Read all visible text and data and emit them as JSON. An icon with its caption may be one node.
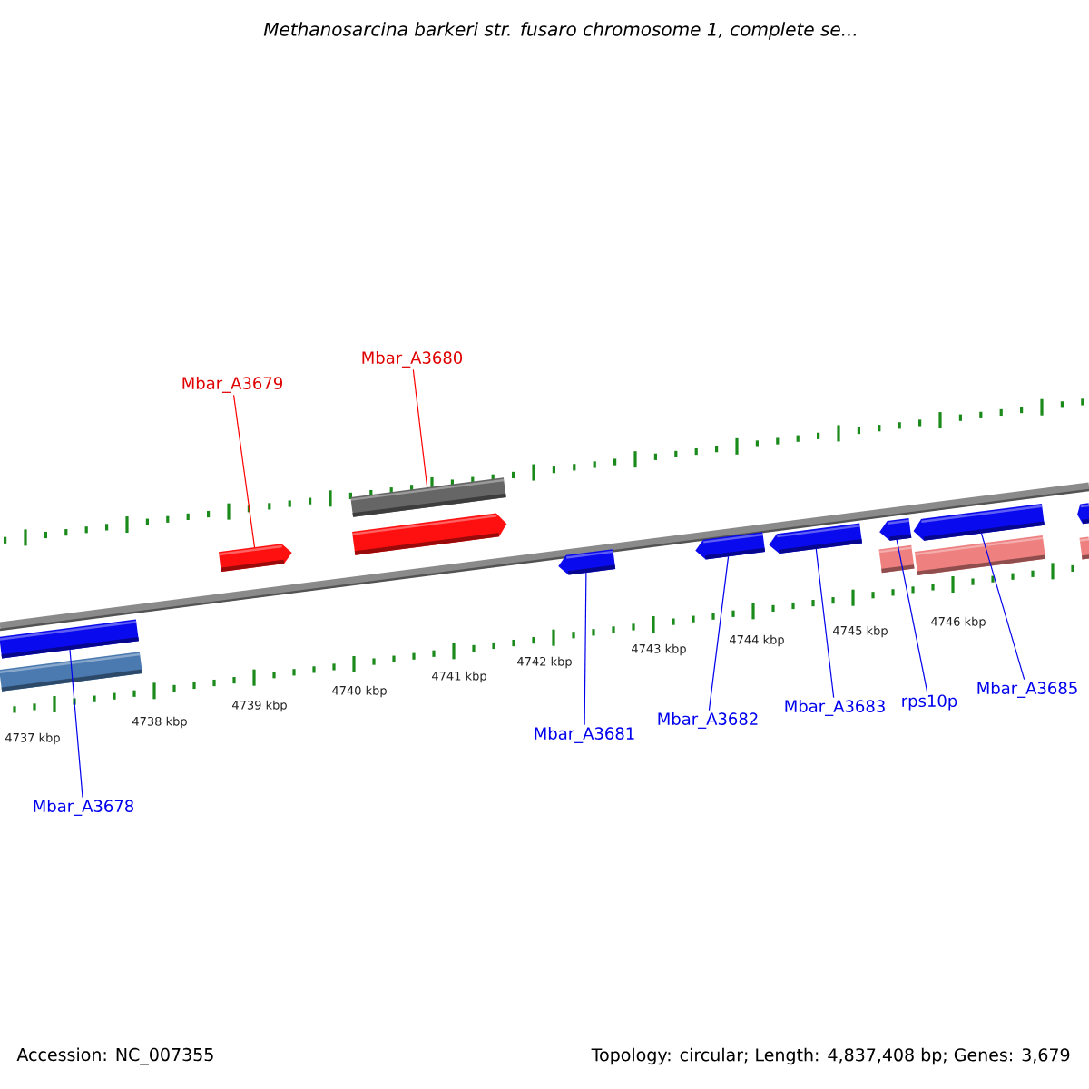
{
  "diagram": {
    "title": "Methanosarcina barkeri str. fusaro chromosome 1, complete se...",
    "nodes": [
      {
        "text": [
          "Mbar_A3679"
        ]
      },
      {
        "text": [
          "Mbar_A3680"
        ]
      },
      {
        "text": [],
        "shape": "arrow"
      },
      {
        "text": [],
        "shape": "bar"
      },
      {
        "text": [],
        "shape": "arrow"
      },
      {
        "text": [],
        "shape": "bar"
      },
      {
        "text": [],
        "shape": "bar"
      },
      {
        "text": [],
        "shape": "arrow"
      },
      {
        "text": [],
        "shape": "arrow"
      },
      {
        "text": [],
        "shape": "arrow"
      },
      {
        "text": [],
        "shape": "arrow"
      },
      {
        "text": [],
        "shape": "bar"
      },
      {
        "text": [],
        "shape": "arrow"
      },
      {
        "text": [],
        "shape": "bar"
      },
      {
        "text": [],
        "shape": "arrow"
      },
      {
        "text": [],
        "shape": "bar"
      },
      {
        "text": [
          "Mbar_A3678"
        ]
      },
      {
        "text": [
          "Mbar_A3681"
        ]
      },
      {
        "text": [
          "Mbar_A3682"
        ]
      },
      {
        "text": [
          "Mbar_A3683"
        ]
      },
      {
        "text": [
          "rps10p"
        ]
      },
      {
        "text": [
          "Mbar_A3685"
        ]
      }
    ],
    "edges": [
      {
        "from": 0,
        "to": 2,
        "arrow": "none",
        "color": "#ff0000"
      },
      {
        "from": 1,
        "to": 3,
        "arrow": "none",
        "color": "#ff0000"
      },
      {
        "from": 16,
        "to": 5,
        "arrow": "none"
      },
      {
        "from": 17,
        "to": 7,
        "arrow": "none"
      },
      {
        "from": 18,
        "to": 8,
        "arrow": "none"
      },
      {
        "from": 19,
        "to": 9,
        "arrow": "none"
      },
      {
        "from": 20,
        "to": 10,
        "arrow": "none"
      },
      {
        "from": 21,
        "to": 12,
        "arrow": "none"
      }
    ],
    "labels": [
      "4737 kbp",
      "4738 kbp",
      "4739 kbp",
      "4740 kbp",
      "4741 kbp",
      "4742 kbp",
      "4743 kbp",
      "4744 kbp",
      "4745 kbp",
      "4746 kbp",
      "Accession: NC_007355",
      "Topology: circular; Length: 4,837,408 bp; Genes: 3,679"
    ]
  }
}
